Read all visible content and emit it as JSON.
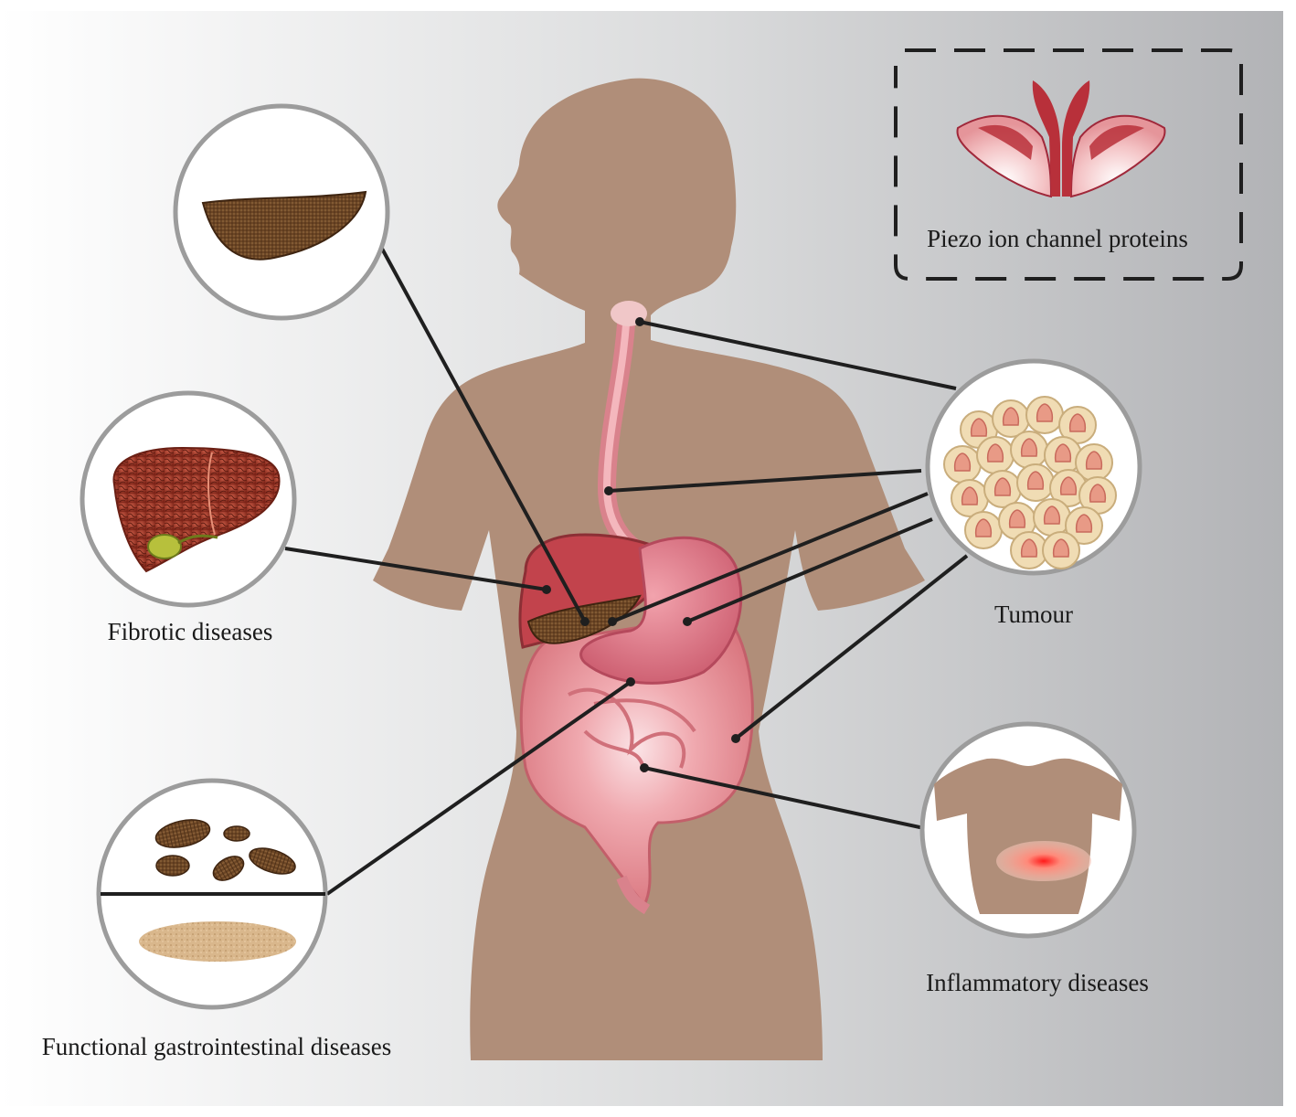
{
  "labels": {
    "piezo": "Piezo ion channel proteins",
    "tumour": "Tumour",
    "fibrotic": "Fibrotic diseases",
    "functional": "Functional gastrointestinal diseases",
    "inflammatory": "Inflammatory diseases"
  },
  "colors": {
    "background_left": "#ffffff",
    "background_right": "#b2b3b6",
    "body_silhouette": "#b08e79",
    "circle_ring": "#9c9c9c",
    "connector_line": "#1f1f1f",
    "pancreas": "#6b4524",
    "liver": "#9c3b2a",
    "stomach": "#d97585",
    "intestine": "#e48f93",
    "tumour_cell": "#f0dcb4",
    "tumour_nucleus": "#e89a86",
    "inflammation_spot": "#ff2222",
    "piezo_protein": "#b8303a"
  },
  "icons": [
    "pancreas-icon",
    "liver-icon",
    "stool-icon",
    "tumour-cells-icon",
    "torso-icon",
    "piezo-protein-icon"
  ]
}
